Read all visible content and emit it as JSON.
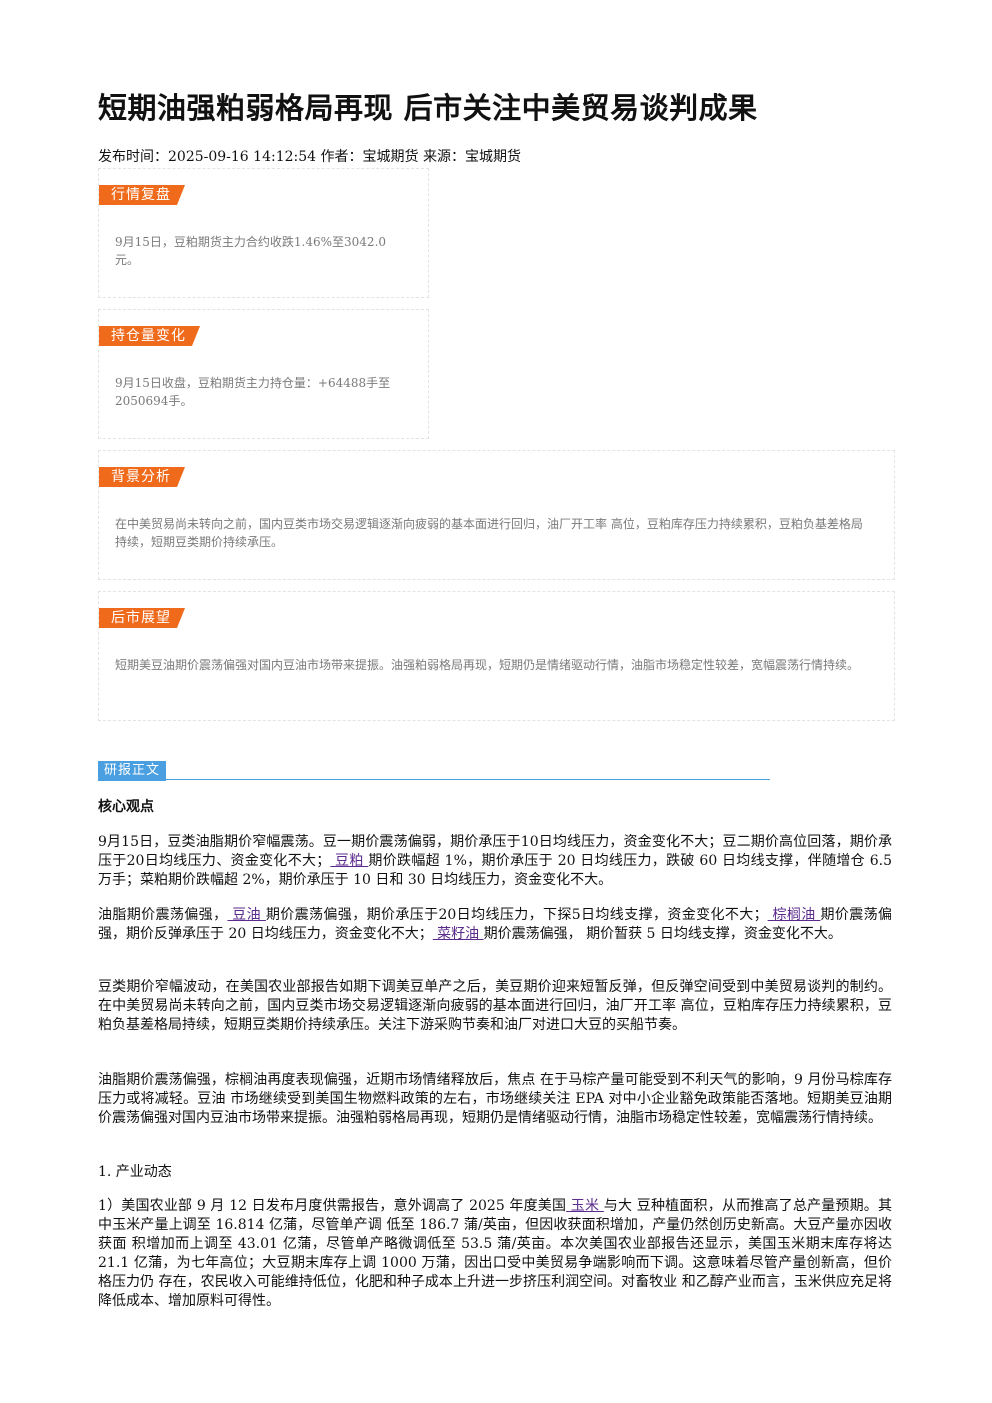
{
  "article": {
    "title": "短期油强粕弱格局再现 后市关注中美贸易谈判成果",
    "meta": "发布时间：2025-09-16 14:12:54 作者：宝城期货 来源：宝城期货"
  },
  "summary_boxes": [
    {
      "tag": "行情复盘",
      "text": "9月15日，豆粕期货主力合约收跌1.46%至3042.0元。"
    },
    {
      "tag": "持仓量变化",
      "text": "9月15日收盘，豆粕期货主力持仓量：+64488手至2050694手。"
    },
    {
      "tag": "背景分析",
      "text": "在中美贸易尚未转向之前，国内豆类市场交易逻辑逐渐向疲弱的基本面进行回归，油厂开工率 高位，豆粕库存压力持续累积，豆粕负基差格局持续，短期豆类期价持续承压。"
    },
    {
      "tag": "后市展望",
      "text": "短期美豆油期价震荡偏强对国内豆油市场带来提振。油强粕弱格局再现，短期仍是情绪驱动行情，油脂市场稳定性较差，宽幅震荡行情持续。"
    }
  ],
  "report": {
    "section_tag": "研报正文",
    "core_heading": "核心观点",
    "p1": {
      "a": "9月15日，豆类油脂期价窄幅震荡。豆一期价震荡偏弱，期价承压于10日均线压力，资金变化不大；豆二期价高位回落，期价承压于20日均线压力、资金变化不大；",
      "link1": " 豆粕 ",
      "b": "期价跌幅超 1%，期价承压于 20 日均线压力，跌破 60 日均线支撑，伴随增仓 6.5 万手；菜粕期价跌幅超 2%，期价承压于 10 日和 30 日均线压力，资金变化不大。"
    },
    "p2": {
      "a": "油脂期价震荡偏强，",
      "link1": " 豆油 ",
      "b": "期价震荡偏强，期价承压于20日均线压力，下探5日均线支撑，资金变化不大；",
      "link2": " 棕榈油 ",
      "c": "期价震荡偏强，期价反弹承压于 20 日均线压力，资金变化不大；",
      "link3": " 菜籽油 ",
      "d": "期价震荡偏强， 期价暂获 5 日均线支撑，资金变化不大。"
    },
    "p3": "豆类期价窄幅波动，在美国农业部报告如期下调美豆单产之后，美豆期价迎来短暂反弹，但反弹空间受到中美贸易谈判的制约。在中美贸易尚未转向之前，国内豆类市场交易逻辑逐渐向疲弱的基本面进行回归，油厂开工率 高位，豆粕库存压力持续累积，豆粕负基差格局持续，短期豆类期价持续承压。关注下游采购节奏和油厂对进口大豆的买船节奏。",
    "p4": "油脂期价震荡偏强，棕榈油再度表现偏强，近期市场情绪释放后，焦点 在于马棕产量可能受到不利天气的影响，9 月份马棕库存压力或将减轻。豆油 市场继续受到美国生物燃料政策的左右，市场继续关注 EPA 对中小企业豁免政策能否落地。短期美豆油期价震荡偏强对国内豆油市场带来提振。油强粕弱格局再现，短期仍是情绪驱动行情，油脂市场稳定性较差，宽幅震荡行情持续。",
    "p5": "1. 产业动态",
    "p6": {
      "a": "1）美国农业部 9 月 12 日发布月度供需报告，意外调高了 2025 年度美国",
      "link1": " 玉米 ",
      "b": "与大 豆种植面积，从而推高了总产量预期。其中玉米产量上调至 16.814 亿蒲，尽管单产调 低至 186.7 蒲/英亩，但因收获面积增加，产量仍然创历史新高。大豆产量亦因收获面 积增加而上调至 43.01 亿蒲，尽管单产略微调低至 53.5 蒲/英亩。本次美国农业部报告还显示，美国玉米期末库存将达 21.1 亿蒲，为七年高位；大豆期末库存上调 1000 万蒲，因出口受中美贸易争端影响而下调。这意味着尽管产量创新高，但价格压力仍 存在，农民收入可能维持低位，化肥和种子成本上升进一步挤压利润空间。对畜牧业 和乙醇产业而言，玉米供应充足将降低成本、增加原料可得性。"
    }
  }
}
